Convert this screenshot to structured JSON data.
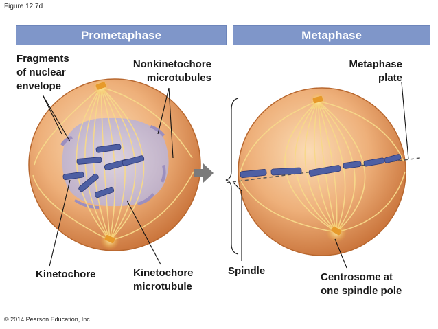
{
  "figure_label": "Figure 12.7d",
  "panels": [
    {
      "title": "Prometaphase"
    },
    {
      "title": "Metaphase"
    }
  ],
  "labels": {
    "fragments": [
      "Fragments",
      "of nuclear",
      "envelope"
    ],
    "nonkinetochore": [
      "Nonkinetochore",
      "microtubules"
    ],
    "metaphase_plate": [
      "Metaphase",
      "plate"
    ],
    "kinetochore": "Kinetochore",
    "kinetochore_microtubule": [
      "Kinetochore",
      "microtubule"
    ],
    "spindle": "Spindle",
    "centrosome": [
      "Centrosome at",
      "one spindle pole"
    ]
  },
  "colors": {
    "banner": "#7f96c9",
    "cell": "#e8a463",
    "chromosome": "#4e5fa3",
    "fiber": "#f5d27e",
    "arrow": "#777777"
  },
  "copyright": "© 2014 Pearson Education, Inc."
}
